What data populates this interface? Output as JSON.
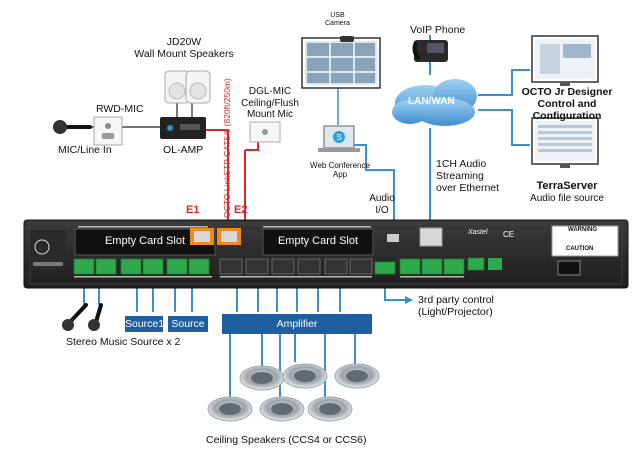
{
  "colors": {
    "device_body": "#2b2b2b",
    "terminal_green": "#2faa4a",
    "source_blue": "#1f5fa0",
    "cloud_blue": "#6fb4e6",
    "wire_red": "#d62a2a",
    "wire_blue": "#3a8fd0",
    "rj45_orange": "#f08a1c"
  },
  "nodes": {
    "usb_camera": "USB\nCamera",
    "voip_phone": "VoIP Phone",
    "jd20w": "JD20W\nWall Mount Speakers",
    "dgl_mic": "DGL-MIC\nCeiling/Flush\nMount Mic",
    "rwd_mic": "RWD-MIC",
    "mic_line_in": "MIC/Line In",
    "ol_amp": "OL-AMP",
    "octo_jr_designer": "OCTO Jr Designer\nControl and\nConfiguration",
    "lan_wan": "LAN/WAN",
    "web_conference_app": "Web Conference\nApp",
    "audio_streaming": "1CH Audio\nStreaming\nover Ethernet",
    "terraserver": "TerraServer",
    "terraserver_sub": "Audio file source",
    "audio_io": "Audio\nI/O",
    "third_party_control": "3rd party control\n(Light/Projector)",
    "stereo_music_source": "Stereo Music Source x 2",
    "source1": "Source1",
    "source2": "Source 2",
    "amplifier": "Amplifier",
    "ceiling_speakers": "Ceiling Speakers (CCS4 or CCS6)"
  },
  "device": {
    "empty_card_slot_left": "Empty Card Slot",
    "empty_card_slot_right": "Empty Card Slot",
    "e1": "E1",
    "e2": "E2",
    "cable_note": "OCTO LinkSTP CAT5/6 (820ft/250m)",
    "brand": "Xastel",
    "ce_mark": "CE",
    "warning_title": "WARNING",
    "caution": "CAUTION"
  },
  "skype_glyph": "S"
}
